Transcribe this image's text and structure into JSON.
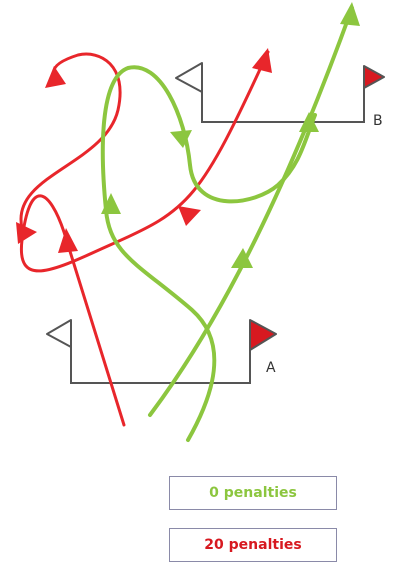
{
  "gates": {
    "a": {
      "label": "A"
    },
    "b": {
      "label": "B"
    }
  },
  "legend": {
    "green": {
      "text": "0 penalties",
      "color": "#8cc63f"
    },
    "red": {
      "text": "20 penalties",
      "color": "#d71920"
    }
  },
  "colors": {
    "green_path": "#8cc63f",
    "red_path": "#e8262b",
    "flag_red": "#d71920",
    "flag_white": "#ffffff",
    "gate_line": "#555555"
  }
}
